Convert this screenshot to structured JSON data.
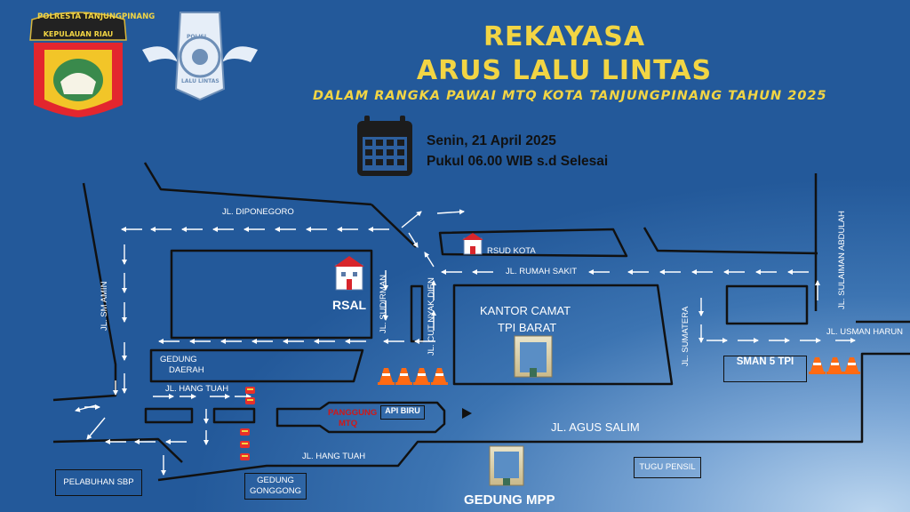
{
  "header": {
    "police_org_top": "POLRESTA TANJUNGPINANG",
    "police_org_bottom": "KEPULAUAN RIAU",
    "lantas_badge_top": "POLISI",
    "lantas_badge_bottom": "LALU LINTAS",
    "title_line1": "REKAYASA",
    "title_line2": "ARUS LALU LINTAS",
    "subtitle": "DALAM RANGKA PAWAI MTQ KOTA TANJUNGPINANG TAHUN 2025"
  },
  "schedule": {
    "icon": "calendar-icon",
    "date": "Senin, 21 April 2025",
    "time": "Pukul 06.00 WIB s.d Selesai"
  },
  "streets": {
    "diponegoro": "JL. DIPONEGORO",
    "sm_amin": "JL. SM AMIN",
    "sudirman": "JL. SUDIRMAN",
    "cut_nyak_dien": "JL. CUT NYAK DIEN",
    "rumah_sakit": "JL. RUMAH SAKIT",
    "sumatera": "JL. SUMATERA",
    "sulaiman_abdulah": "JL. SULAIMAN ABDULAH",
    "usman_harun": "JL. USMAN HARUN",
    "agus_salim": "JL. AGUS SALIM",
    "hang_tuah_top": "JL. HANG TUAH",
    "hang_tuah_bottom": "JL. HANG TUAH"
  },
  "places": {
    "rsud_kota": "RSUD KOTA",
    "rsal": "RSAL",
    "kantor_camat_line1": "KANTOR CAMAT",
    "kantor_camat_line2": "TPI BARAT",
    "gedung_daerah_line1": "GEDUNG",
    "gedung_daerah_line2": "DAERAH",
    "sman5": "SMAN 5 TPI",
    "panggung_line1": "PANGGUNG",
    "panggung_line2": "MTQ",
    "api_biru": "API BIRU",
    "tugu_pensil": "TUGU PENSIL",
    "pelabuhan_sbp": "PELABUHAN SBP",
    "gedung_gonggong_line1": "GEDUNG",
    "gedung_gonggong_line2": "GONGGONG",
    "gedung_mpp": "GEDUNG MPP"
  },
  "colors": {
    "title_yellow": "#f2d544",
    "road_line": "#111111",
    "arrow": "#ffffff",
    "cone_orange": "#ff6a13",
    "barrier_red": "#e8302a",
    "hospital_red": "#d8262c",
    "panggung_red": "#d01818"
  }
}
